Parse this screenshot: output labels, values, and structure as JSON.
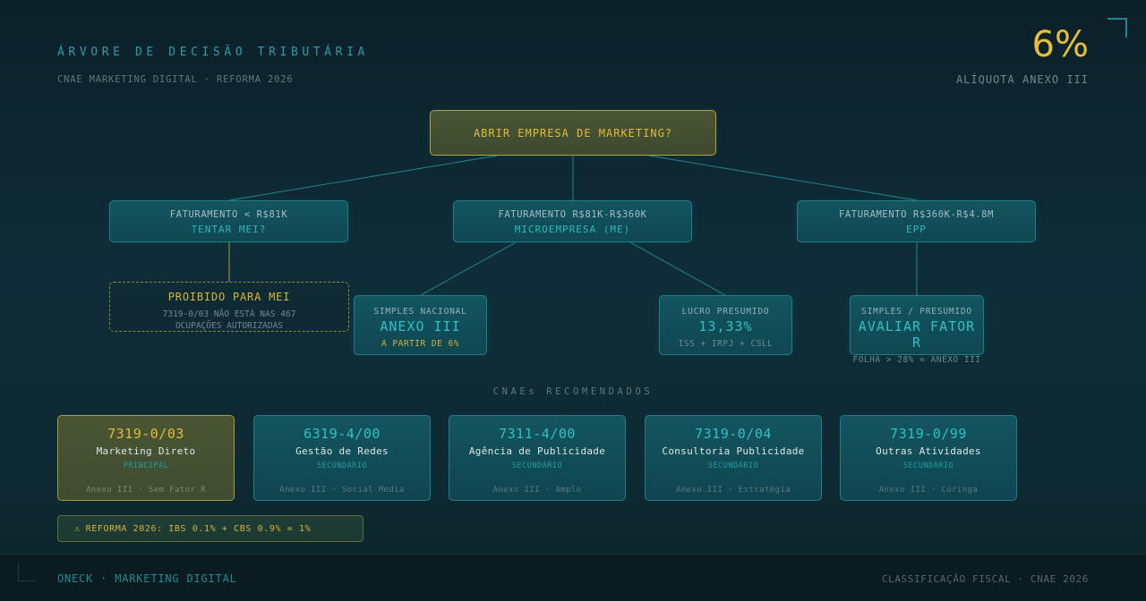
{
  "header": {
    "title": "ÁRVORE DE DECISÃO TRIBUTÁRIA",
    "subtitle": "CNAE MARKETING DIGITAL · REFORMA 2026",
    "rate_value": "6%",
    "rate_label": "ALÍQUOTA ANEXO III"
  },
  "colors": {
    "accent_teal": "#2fc0c4",
    "accent_gold": "#e0bb3b",
    "background": "#0f2d38"
  },
  "tree": {
    "root": {
      "label": "ABRIR EMPRESA DE MARKETING?"
    },
    "branches": [
      {
        "condition": "FATURAMENTO < R$81K",
        "outcome": "TENTAR MEI?"
      },
      {
        "condition": "FATURAMENTO R$81K-R$360K",
        "outcome": "MICROEMPRESA (ME)"
      },
      {
        "condition": "FATURAMENTO R$360K-R$4.8M",
        "outcome": "EPP"
      }
    ],
    "forbidden": {
      "title": "PROIBIDO PARA MEI",
      "line1": "7319-0/03 NÃO ESTÁ NAS 467",
      "line2": "OCUPAÇÕES AUTORIZADAS"
    },
    "leaves": [
      {
        "regime": "SIMPLES NACIONAL",
        "value": "ANEXO III",
        "note": "A PARTIR DE 6%"
      },
      {
        "regime": "LUCRO PRESUMIDO",
        "value": "13,33%",
        "note": "ISS + IRPJ + CSLL"
      },
      {
        "regime": "SIMPLES / PRESUMIDO",
        "value": "AVALIAR FATOR R",
        "note": "FOLHA > 28% = ANEXO III"
      }
    ]
  },
  "cnaes": {
    "section_label": "CNAEs RECOMENDADOS",
    "items": [
      {
        "code": "7319-0/03",
        "name": "Marketing Direto",
        "tag": "PRINCIPAL",
        "meta": "Anexo III · Sem Fator R"
      },
      {
        "code": "6319-4/00",
        "name": "Gestão de Redes",
        "tag": "SECUNDÁRIO",
        "meta": "Anexo III · Social Media"
      },
      {
        "code": "7311-4/00",
        "name": "Agência de Publicidade",
        "tag": "SECUNDÁRIO",
        "meta": "Anexo III · Amplo"
      },
      {
        "code": "7319-0/04",
        "name": "Consultoria Publicidade",
        "tag": "SECUNDÁRIO",
        "meta": "Anexo III · Estratégia"
      },
      {
        "code": "7319-0/99",
        "name": "Outras Atividades",
        "tag": "SECUNDÁRIO",
        "meta": "Anexo III · Coringa"
      }
    ]
  },
  "warning": {
    "icon": "⚠",
    "text": "REFORMA 2026: IBS 0.1% + CBS 0.9% = 1%"
  },
  "footer": {
    "left": "ONECK · MARKETING DIGITAL",
    "right": "CLASSIFICAÇÃO FISCAL · CNAE 2026"
  }
}
